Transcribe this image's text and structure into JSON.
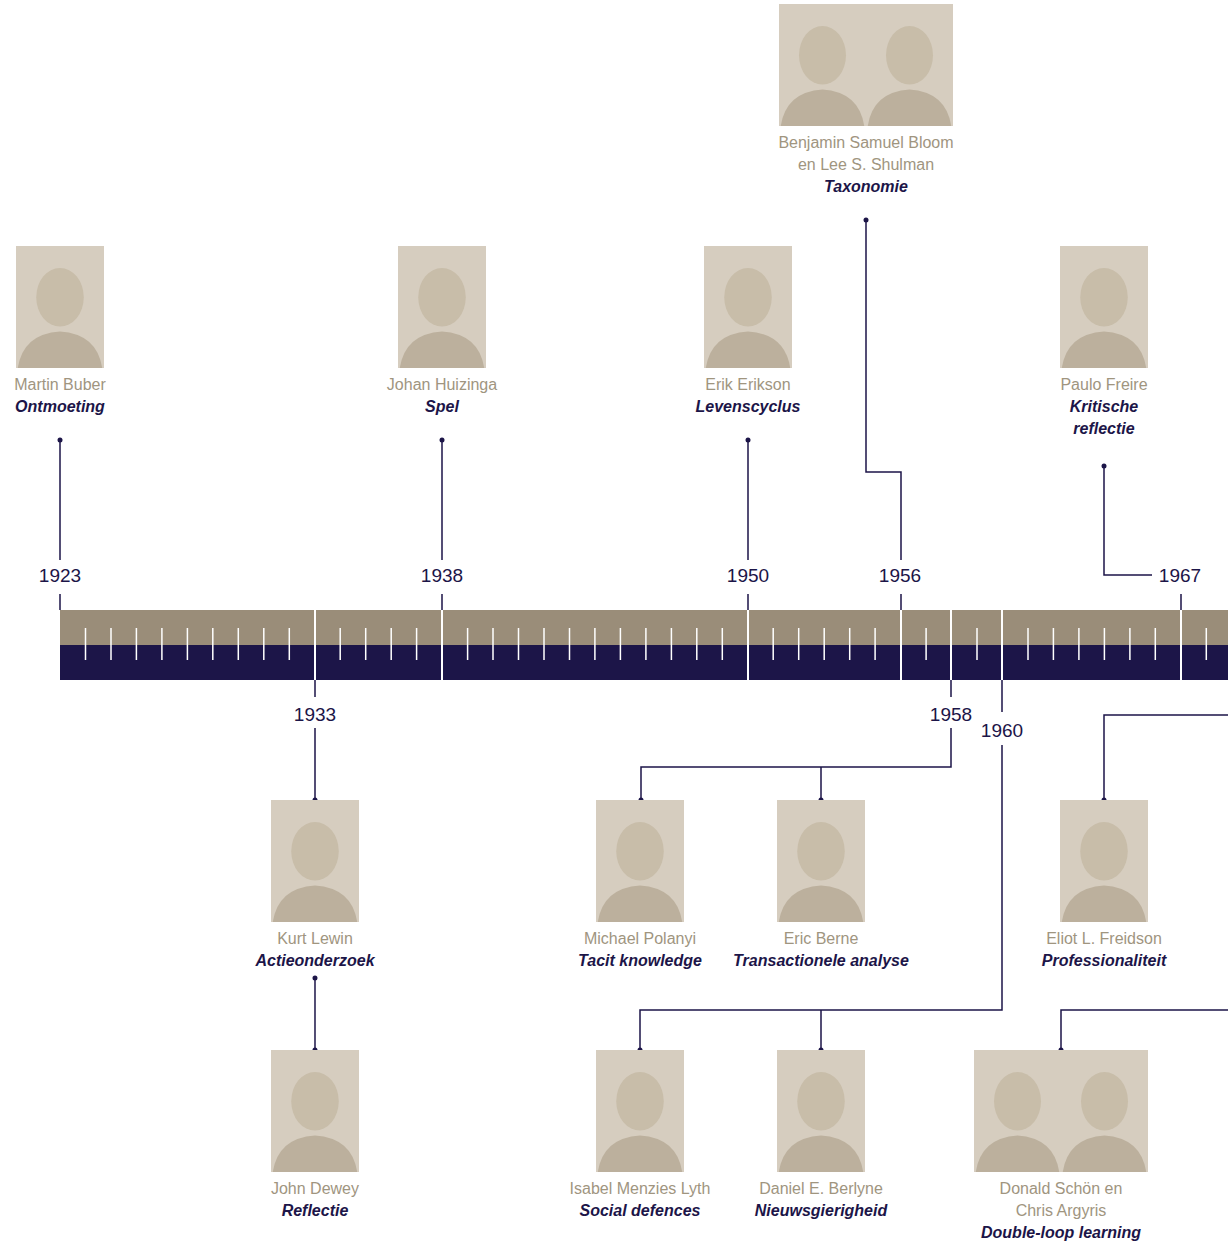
{
  "diagram": {
    "nodes": [
      {
        "text": [
          "Martin Buber",
          "Ontmoeting"
        ]
      },
      {
        "text": [
          "Johan Huizinga",
          "Spel"
        ]
      },
      {
        "text": [
          "Erik Erikson",
          "Levenscyclus"
        ]
      },
      {
        "text": [
          "Benjamin Samuel Bloom en Lee S. Shulman",
          "Taxonomie"
        ]
      },
      {
        "text": [
          "Paulo Freire",
          "Kritische reflectie"
        ]
      },
      {
        "text": [
          "Kurt Lewin",
          "Actieonderzoek"
        ]
      },
      {
        "text": [
          "John Dewey",
          "Reflectie"
        ]
      },
      {
        "text": [
          "Michael Polanyi",
          "Tacit knowledge"
        ]
      },
      {
        "text": [
          "Eric Berne",
          "Transactionele analyse"
        ]
      },
      {
        "text": [
          "Eliot L. Freidson",
          "Professionaliteit"
        ]
      },
      {
        "text": [
          "Isabel Menzies Lyth",
          "Social defences"
        ]
      },
      {
        "text": [
          "Daniel E. Berlyne",
          "Nieuwsgierigheid"
        ]
      },
      {
        "text": [
          "Donald Schön en Chris Argyris",
          "Double-loop learning"
        ]
      }
    ],
    "edges": [
      {
        "from": 5,
        "to": 6,
        "arrow": "none"
      }
    ],
    "labels": [
      "1923",
      "1933",
      "1938",
      "1950",
      "1956",
      "1958",
      "1960",
      "1967"
    ]
  }
}
